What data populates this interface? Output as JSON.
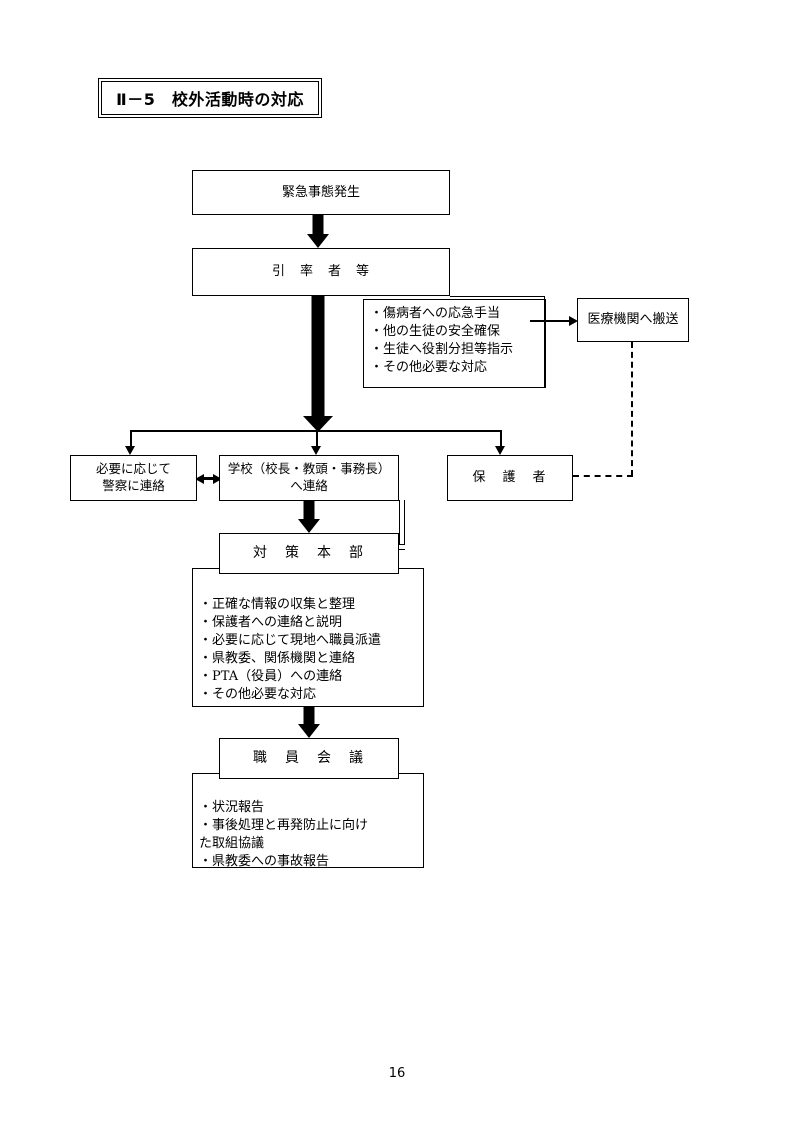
{
  "document": {
    "title": "Ⅱ－5　校外活動時の対応",
    "page_number": "16"
  },
  "flowchart": {
    "nodes": {
      "emergency": {
        "label": "緊急事態発生"
      },
      "leader": {
        "label": "引　率　者　等"
      },
      "transport": {
        "label": "医療機関へ搬送"
      },
      "police": {
        "label": "必要に応じて\n警察に連絡"
      },
      "school": {
        "label": "学校（校長・教頭・事務長）\nへ連絡"
      },
      "guardian": {
        "label": "保　護　者"
      },
      "headquarters": {
        "label": "対　策　本　部"
      },
      "staff_meeting": {
        "label": "職　員　会　議"
      }
    },
    "leader_actions": [
      "傷病者への応急手当",
      "他の生徒の安全確保",
      "生徒へ役割分担等指示",
      "その他必要な対応"
    ],
    "headquarters_actions": [
      "正確な情報の収集と整理",
      "保護者への連絡と説明",
      "必要に応じて現地へ職員派遣",
      "県教委、関係機関と連絡",
      "PTA（役員）への連絡",
      "その他必要な対応"
    ],
    "staff_meeting_actions": [
      "状況報告",
      "事後処理と再発防止に向け\nた取組協議",
      "県教委への事故報告"
    ]
  }
}
